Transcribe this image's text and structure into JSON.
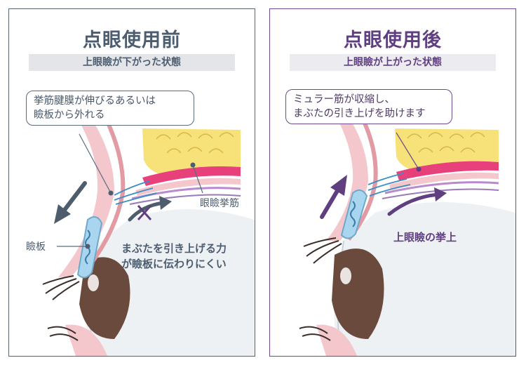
{
  "before": {
    "title": "点眼使用前",
    "subtitle": "上眼瞼が下がった状態",
    "callout_line1": "挙筋腱膜が伸びるあるいは",
    "callout_line2": "瞼板から外れる",
    "label_muscle": "眼瞼挙筋",
    "label_tarsus": "瞼板",
    "caption_line1": "まぶたを引き上げる力",
    "caption_line2": "が瞼板に伝わりにくい"
  },
  "after": {
    "title": "点眼使用後",
    "subtitle": "上眼瞼が上がった状態",
    "callout_line1": "ミュラー筋が収縮し、",
    "callout_line2": "まぶたの引き上げを助けます",
    "caption": "上眼瞼の挙上"
  },
  "colors": {
    "before_accent": "#4c5d70",
    "after_accent": "#5f3f80",
    "fat": "#f7e27a",
    "muscle": "#e8407a",
    "skin": "#f3c7cb",
    "tarsus": "#a9d6ee",
    "iris": "#6a4a3c"
  },
  "icons": [
    "up-arrow-icon",
    "down-arrow-icon",
    "x-mark-icon",
    "curved-arrow-icon"
  ]
}
